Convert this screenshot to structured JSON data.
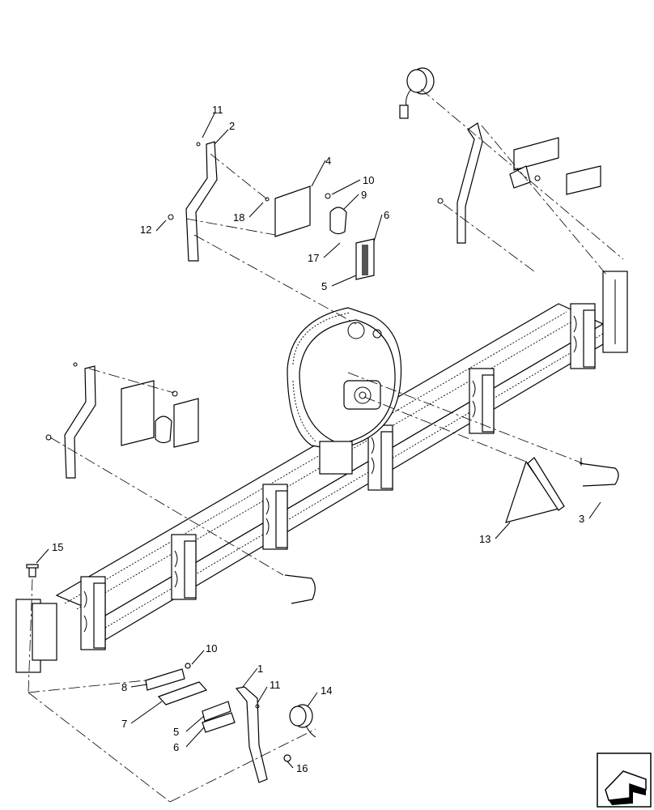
{
  "diagram": {
    "callouts": {
      "c11_top": "11",
      "c2": "2",
      "c4": "4",
      "c10_top": "10",
      "c9": "9",
      "c18": "18",
      "c12": "12",
      "c6_top": "6",
      "c17": "17",
      "c5_top": "5",
      "c15": "15",
      "c13": "13",
      "c3": "3",
      "c10_bot": "10",
      "c1": "1",
      "c11_bot": "11",
      "c14": "14",
      "c8": "8",
      "c7": "7",
      "c5_bot": "5",
      "c6_bot": "6",
      "c16": "16"
    },
    "nav_icon": "previous-page-arrow-icon"
  }
}
